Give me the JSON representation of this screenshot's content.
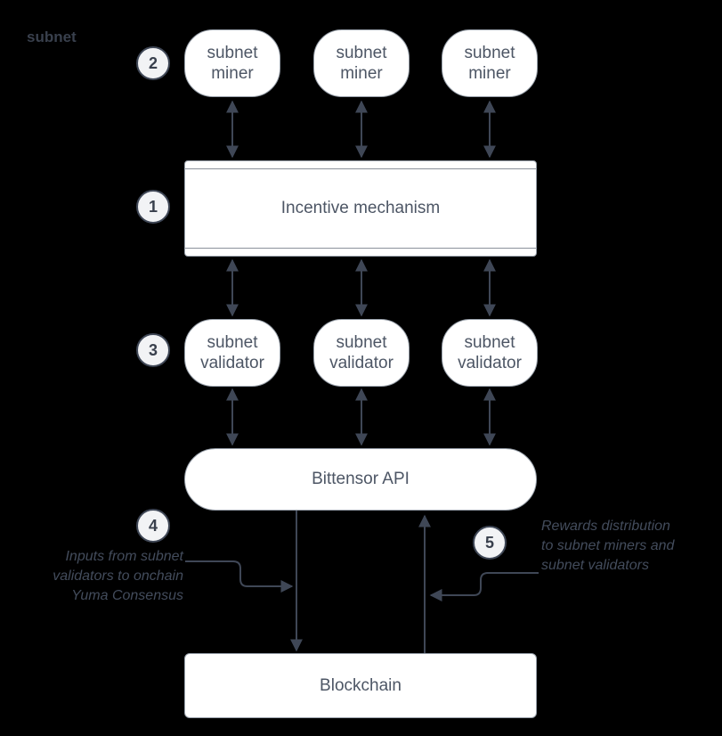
{
  "title": "subnet",
  "nodes": {
    "miners": [
      {
        "label": "subnet\nminer"
      },
      {
        "label": "subnet\nminer"
      },
      {
        "label": "subnet\nminer"
      }
    ],
    "incentive": {
      "label": "Incentive mechanism"
    },
    "validators": [
      {
        "label": "subnet\nvalidator"
      },
      {
        "label": "subnet\nvalidator"
      },
      {
        "label": "subnet\nvalidator"
      }
    ],
    "api": {
      "label": "Bittensor API"
    },
    "blockchain": {
      "label": "Blockchain"
    }
  },
  "badges": {
    "incentive": "1",
    "miners": "2",
    "validators": "3",
    "inputs": "4",
    "rewards": "5"
  },
  "annotations": {
    "inputs": {
      "lines": [
        "Inputs from subnet",
        "validators to onchain",
        "Yuma Consensus"
      ]
    },
    "rewards": {
      "lines": [
        "Rewards distribution",
        "to subnet miners and",
        "subnet validators"
      ]
    }
  },
  "colors": {
    "background": "#000000",
    "shape_fill": "#ffffff",
    "shape_border": "#98a0aa",
    "divider_line": "#8b919b",
    "arrow": "#3f4756",
    "label_text": "#4d5665",
    "title_text": "#39404d",
    "badge_fill": "#f2f3f5",
    "annotation_text": "#434c5c"
  }
}
